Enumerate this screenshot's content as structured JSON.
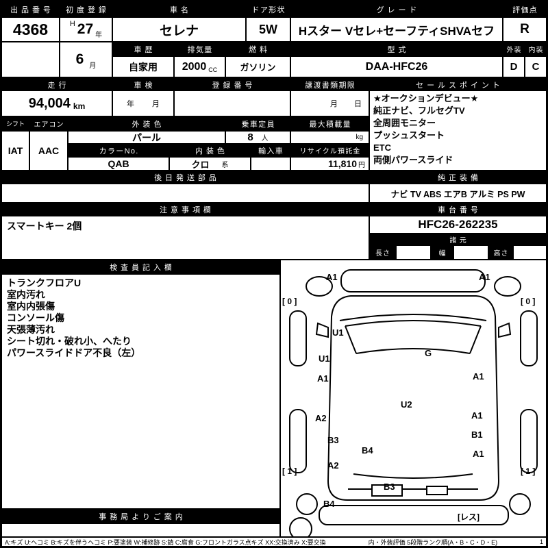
{
  "top": {
    "auction_no_label": "出品番号",
    "auction_no": "4368",
    "first_reg_label": "初度登録",
    "first_reg_era": "H",
    "first_reg_year": "27",
    "year_suffix": "年",
    "first_reg_month": "6",
    "month_suffix": "月",
    "car_name_label": "車名",
    "car_name": "セレナ",
    "door_label": "ドア形状",
    "door": "5W",
    "grade_label": "グレード",
    "grade": "Hスター Vセレ+セーフティSHVAセフ",
    "score_label": "評価点",
    "score": "R",
    "history_label": "車歴",
    "history": "自家用",
    "disp_label": "排気量",
    "disp": "2000",
    "disp_unit": "CC",
    "fuel_label": "燃料",
    "fuel": "ガソリン",
    "model_label": "型式",
    "model": "DAA-HFC26",
    "ext_label": "外装",
    "ext": "D",
    "int_label": "内装",
    "int": "C"
  },
  "mileage": {
    "label": "走行",
    "value": "94,004",
    "unit": "km",
    "shaken_label": "車検",
    "shaken_year": "年",
    "shaken_month": "月",
    "reg_no_label": "登録番号",
    "reg_no": "",
    "transfer_label": "譲渡書類期限",
    "transfer_month": "月",
    "transfer_day": "日"
  },
  "sales": {
    "label": "セールスポイント",
    "lines": [
      "★オークションデビュー★",
      "純正ナビ、フルセグTV",
      "全周囲モニター",
      "プッシュスタート",
      "ETC",
      "両側パワースライド"
    ]
  },
  "spec": {
    "shift_label": "シフト",
    "shift": "IAT",
    "aircon_label": "エアコン",
    "aircon": "AAC",
    "ext_color_label": "外装色",
    "ext_color": "パール",
    "capacity_label": "乗車定員",
    "capacity": "8",
    "capacity_unit": "人",
    "payload_label": "最大積載量",
    "payload": "",
    "payload_unit": "kg",
    "color_no_label": "カラーNo.",
    "color_no": "QAB",
    "int_color_label": "内装色",
    "int_color": "クロ",
    "int_color_suffix": "系",
    "import_label": "輸入車",
    "import_value": "",
    "recycle_label": "リサイクル預託金",
    "recycle": "11,810",
    "recycle_unit": "円"
  },
  "parts": {
    "label": "後日発送部品",
    "value": ""
  },
  "equipment": {
    "label": "純正装備",
    "value": "ナビ TV ABS エアB アルミ PS PW"
  },
  "caution": {
    "label": "注意事項欄",
    "value": "スマートキー 2個"
  },
  "chassis": {
    "label": "車台番号",
    "value": "HFC26-262235",
    "dims_label": "諸元",
    "length_label": "長さ",
    "length": "",
    "width_label": "幅",
    "width": "",
    "height_label": "高さ",
    "height": ""
  },
  "inspector": {
    "label": "検査員記入欄",
    "lines": [
      "トランクフロアU",
      "室内汚れ",
      "室内内張傷",
      "コンソール傷",
      "天張薄汚れ",
      "シート切れ・破れ小、へたり",
      "パワースライドドア不良（左）"
    ]
  },
  "office": {
    "label": "事務局よりご案内"
  },
  "diagram": {
    "labels": [
      {
        "text": "A1"
      },
      {
        "text": "A1"
      },
      {
        "text": "[ 0 ]"
      },
      {
        "text": "[ 0 ]"
      },
      {
        "text": "U1"
      },
      {
        "text": "U1"
      },
      {
        "text": "G"
      },
      {
        "text": "A1"
      },
      {
        "text": "A1"
      },
      {
        "text": "U2"
      },
      {
        "text": "A2"
      },
      {
        "text": "A1"
      },
      {
        "text": "B1"
      },
      {
        "text": "B3"
      },
      {
        "text": "B4"
      },
      {
        "text": "A2"
      },
      {
        "text": "A1"
      },
      {
        "text": "[ 1 ]"
      },
      {
        "text": "[ 1 ]"
      },
      {
        "text": "B3"
      },
      {
        "text": "B4"
      },
      {
        "text": "[レス]"
      }
    ]
  },
  "footer": {
    "legend": "A:キズ U:ヘコミ B:キズを伴うヘコミ P:要塗装 W:補修跡 S:錆 C:腐食 G:フロントガラス点キズ XX:交換済み X:要交換",
    "eval_note": "内・外装評価 5段階ランク順(A・B・C・D・E)",
    "page": "1"
  }
}
